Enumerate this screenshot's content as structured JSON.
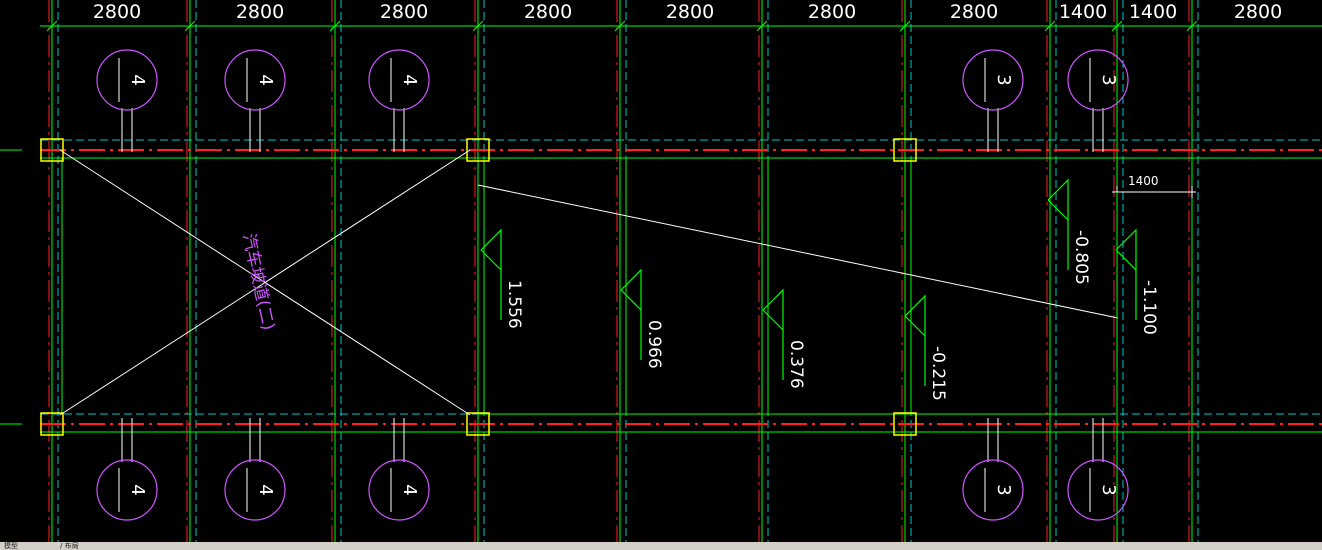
{
  "colors": {
    "background": "#000000",
    "column_line": "#00ff00",
    "beam_center_red": "#ff1f1f",
    "beam_edge_cyan": "#00c8c8",
    "column_box": "#ffff00",
    "text_white": "#ffffff",
    "slab_circle": "#cc55ff",
    "elevation_green": "#00ff00",
    "diagonal_white": "#ffffff"
  },
  "top_dimensions": [
    "2800",
    "2800",
    "2800",
    "2800",
    "2800",
    "2800",
    "2800",
    "1400",
    "1400",
    "2800"
  ],
  "hole_label": "汽车坡道(二)",
  "elevations": [
    "1.556",
    "0.966",
    "0.376",
    "-0.215",
    "-0.805",
    "-1.100"
  ],
  "slab_marks_top": [
    "4",
    "4",
    "4",
    "3",
    "3"
  ],
  "slab_marks_bottom": [
    "4",
    "4",
    "4",
    "3",
    "3"
  ],
  "inner_dimension": "1400",
  "status_tabs": [
    "模型",
    "/ 布局"
  ],
  "icons": {
    "column_marker": "square-box",
    "elevation_marker": "triangle-flag",
    "slab_marker": "circle-with-number"
  }
}
